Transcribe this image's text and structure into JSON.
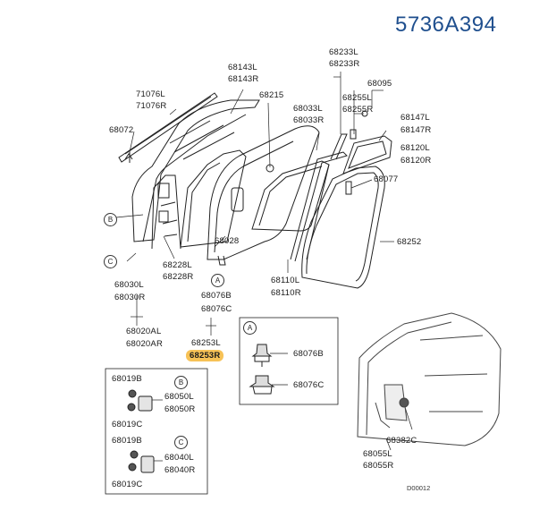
{
  "part_number": "5736A394",
  "labels": {
    "l71076": [
      "71076L",
      "71076R"
    ],
    "l68072": "68072",
    "l68143": [
      "68143L",
      "68143R"
    ],
    "l68215": "68215",
    "l68233": [
      "68233L",
      "68233R"
    ],
    "l68095": "68095",
    "l68255": [
      "68255L",
      "68255R"
    ],
    "l68033": [
      "68033L",
      "68033R"
    ],
    "l68147": [
      "68147L",
      "68147R"
    ],
    "l68120": [
      "68120L",
      "68120R"
    ],
    "l68077": "68077",
    "l68252": "68252",
    "l68028": "68028",
    "l68228": [
      "68228L",
      "68228R"
    ],
    "l68030": [
      "68030L",
      "68030R"
    ],
    "l68020": [
      "68020AL",
      "68020AR"
    ],
    "l68110": [
      "68110L",
      "68110R"
    ],
    "l68076": [
      "68076B",
      "68076C"
    ],
    "l68253": [
      "68253L",
      "68253R"
    ],
    "l68382": "68382C",
    "l68055": [
      "68055L",
      "68055R"
    ]
  },
  "callouts": {
    "a": "A",
    "b": "B",
    "c": "C"
  },
  "box_a": {
    "item1": "68076B",
    "item2": "68076C"
  },
  "box_bc": {
    "b_top": "68019B",
    "b_mid": [
      "68050L",
      "68050R"
    ],
    "b_bot": "68019C",
    "c_top": "68019B",
    "c_mid": [
      "68040L",
      "68040R"
    ],
    "c_bot": "68019C"
  },
  "footer_code": "D00012"
}
